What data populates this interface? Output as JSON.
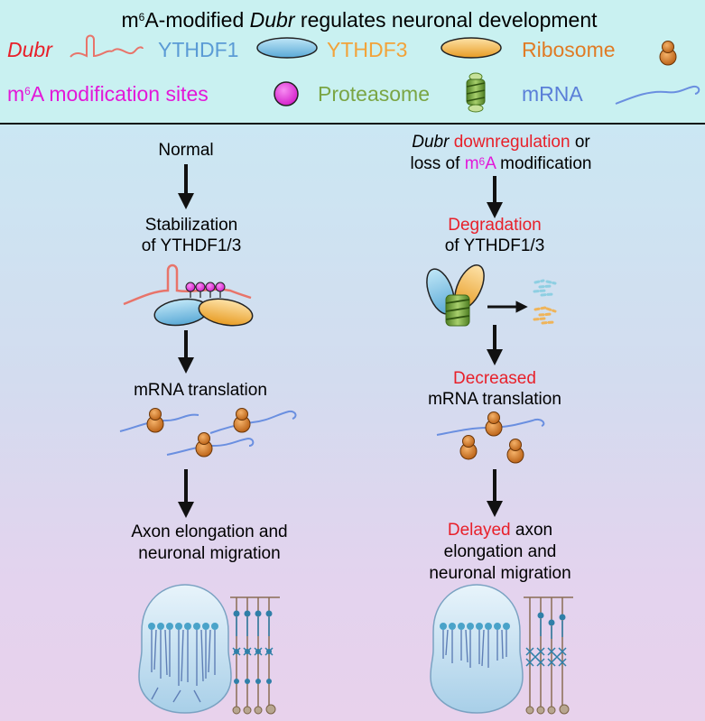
{
  "title": {
    "pre": "m",
    "sup": "6",
    "mid": "A-modified ",
    "italic": "Dubr",
    "post": " regulates neuronal development"
  },
  "legend": {
    "dubr": "Dubr",
    "ythdf1": "YTHDF1",
    "ythdf3": "YTHDF3",
    "ribosome": "Ribosome",
    "m6a_pre": "m",
    "m6a_sup": "6",
    "m6a_post": "A modification sites",
    "proteasome": "Proteasome",
    "mrna": "mRNA"
  },
  "colors": {
    "dubr": "#e8202a",
    "ythdf1": "#5b9bd5",
    "ythdf3": "#f2a33a",
    "ribosome": "#e07b25",
    "m6a": "#e218d8",
    "proteasome": "#7aa544",
    "mrna": "#5a7fd8",
    "accent_red": "#e8202a"
  },
  "left": {
    "step1": "Normal",
    "step2a": "Stabilization",
    "step2b": "of YTHDF1/3",
    "step3": "mRNA translation",
    "step4a": "Axon elongation and",
    "step4b": "neuronal migration"
  },
  "right": {
    "step1a_italic": "Dubr",
    "step1a_red": " downregulation",
    "step1a_post": " or",
    "step1b_pre": "loss of ",
    "step1b_mag_pre": "m",
    "step1b_mag_sup": "6",
    "step1b_mag_post": "A",
    "step1b_post": " modification",
    "step2_red": "Degradation",
    "step2b": "of YTHDF1/3",
    "step3_red": "Decreased",
    "step3b": "mRNA translation",
    "step4_red": "Delayed",
    "step4_post": " axon",
    "step4b": "elongation and",
    "step4c": "neuronal migration"
  }
}
